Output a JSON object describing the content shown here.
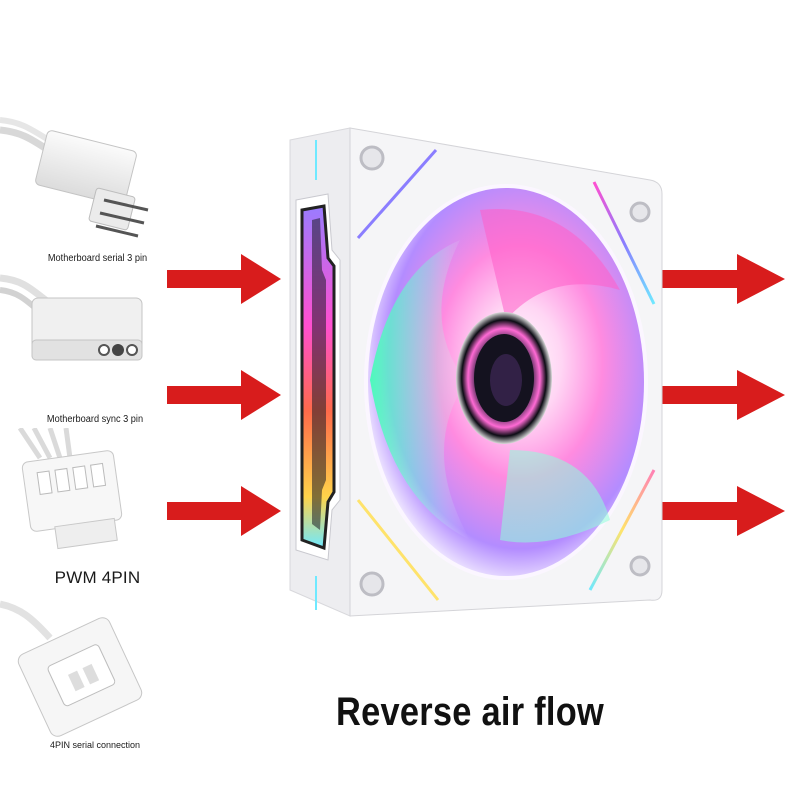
{
  "connectors": [
    {
      "label": "Motherboard serial 3 pin",
      "icon": "argb-3pin-serial-connector-icon"
    },
    {
      "label": "Motherboard sync 3 pin",
      "icon": "argb-3pin-sync-connector-icon"
    },
    {
      "label": "PWM 4PIN",
      "icon": "pwm-4pin-connector-icon"
    },
    {
      "label": "4PIN serial connection",
      "icon": "4pin-serial-connector-icon"
    }
  ],
  "headline": "Reverse air flow",
  "colors": {
    "arrow": "#d81c1c",
    "frame": "#f4f4f6",
    "rgb_pink": "#ff5fd1",
    "rgb_cyan": "#5fe3ff",
    "rgb_green": "#4dffa0"
  },
  "fan_icon": "reverse-airflow-rgb-fan-icon",
  "arrows": {
    "in_count": 3,
    "out_count": 3,
    "direction": "left-to-right"
  }
}
